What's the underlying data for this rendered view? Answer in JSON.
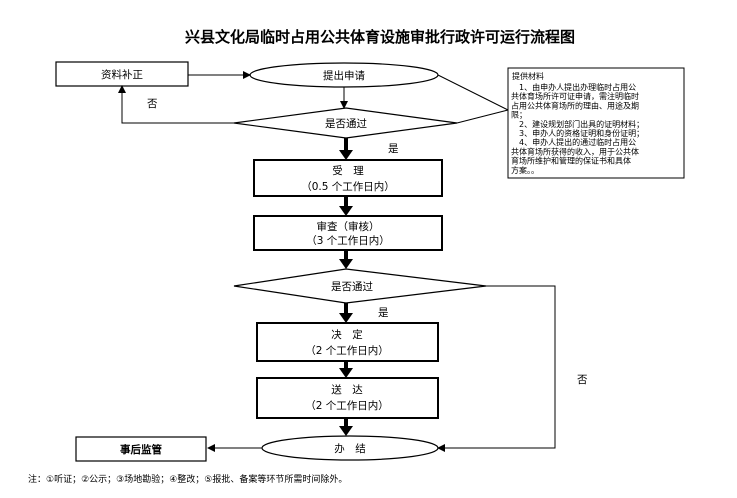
{
  "title": "兴县文化局临时占用公共体育设施审批行政许可运行流程图",
  "nodes": {
    "supplement": "资料补正",
    "apply": "提出申请",
    "check1": "是否通过",
    "accept": "受　理",
    "accept_time": "（0.5 个工作日内）",
    "review": "审查（审核）",
    "review_time": "（3 个工作日内）",
    "check2": "是否通过",
    "decide": "决　定",
    "decide_time": "（2 个工作日内）",
    "deliver": "送　达",
    "deliver_time": "（2 个工作日内）",
    "finish": "办　结",
    "supervise": "事后监管"
  },
  "labels": {
    "no1": "否",
    "yes1": "是",
    "yes2": "是",
    "no2": "否"
  },
  "materials": {
    "heading": "提供材料",
    "lines": [
      "　1、由申办人提出办理临时占用公",
      "共体育场所许可证申请，需注明临时",
      "占用公共体育场所的理由、用途及期",
      "限；",
      "　2、建设规划部门出具的证明材料；",
      "　3、申办人的资格证明和身份证明；",
      "　4、申办人提出的通过临时占用公",
      "共体育场所获得的收入，用于公共体",
      "育场所维护和管理的保证书和具体",
      "方案。。"
    ]
  },
  "note": "注：①听证；②公示；③场地勘验；④整改；⑤报批、备案等环节所需时间除外。"
}
